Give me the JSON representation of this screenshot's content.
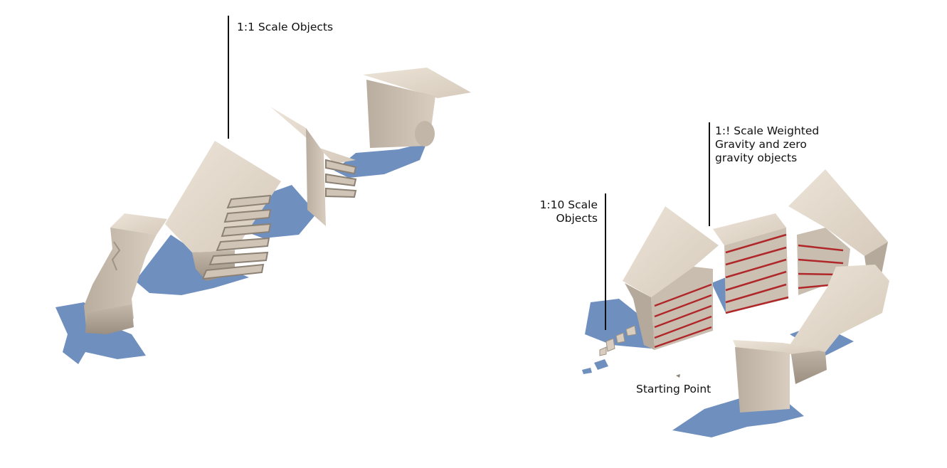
{
  "labels": {
    "one_to_one": "1:1 Scale Objects",
    "weighted": "1:! Scale Weighted\nGravity and zero\ngravity objects",
    "one_to_ten": "1:10 Scale\nObjects",
    "start": "Starting Point"
  },
  "colors": {
    "background": "#ffffff",
    "shadow": "#6f8fbf",
    "wood_light": "#e4dacd",
    "wood_mid": "#cfc4b6",
    "wood_dark": "#a89c8e",
    "accent_red": "#b0272a",
    "text": "#111111"
  }
}
